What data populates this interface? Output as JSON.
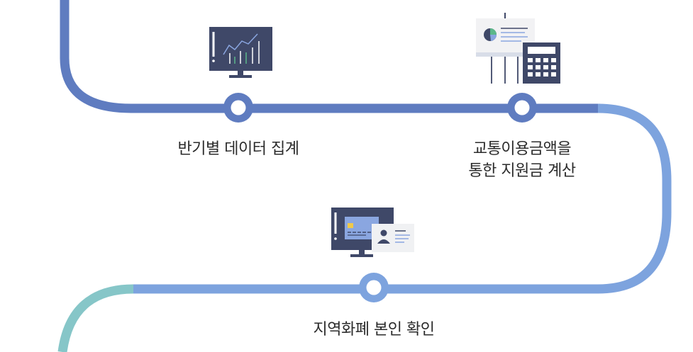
{
  "steps": [
    {
      "icon": "chart-monitor-icon",
      "lines": [
        "반기별 데이터 집계"
      ]
    },
    {
      "icon": "presentation-calculator-icon",
      "lines": [
        "교통이용금액을",
        "통한 지원금 계산"
      ]
    },
    {
      "icon": "id-card-monitor-icon",
      "lines": [
        "지역화폐 본인 확인"
      ]
    }
  ],
  "colors": {
    "path_dark": "#5f7cc0",
    "path_light": "#7da3de",
    "path_teal": "#86c6c8",
    "node_ring": "#5f7cc0",
    "node_ring_light": "#7da3de",
    "monitor": "#3f4868",
    "text": "#2b2b2b"
  }
}
